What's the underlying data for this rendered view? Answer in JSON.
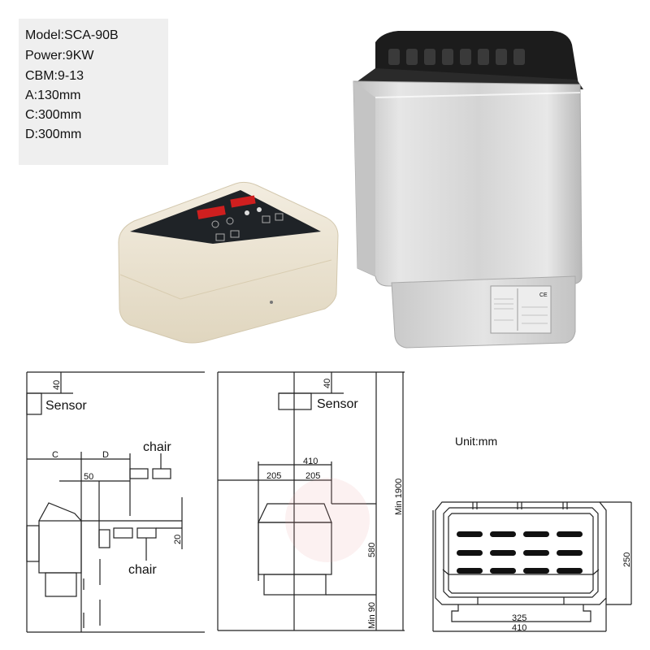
{
  "specs": {
    "model": "Model:SCA-90B",
    "power": "Power:9KW",
    "cbm": "CBM:9-13",
    "a": " A:130mm",
    "c": " C:300mm",
    "d": " D:300mm"
  },
  "products": {
    "controller": {
      "name": "control-panel",
      "body_color": "#eee6d2",
      "panel_color": "#1e2226",
      "display_color": "#d42020"
    },
    "heater": {
      "name": "sauna-heater",
      "body_color": "#d8d8d8",
      "top_color": "#1a1a1a",
      "label": "CE"
    }
  },
  "side_view": {
    "sensor_label": "Sensor",
    "sensor_clearance": "40",
    "dim_c": "C",
    "dim_d": "D",
    "dim_50": "50",
    "chair_label_top": "chair",
    "chair_label_bottom": "chair",
    "dim_20": "20"
  },
  "front_view": {
    "sensor_label": "Sensor",
    "sensor_clearance": "40",
    "width_total": "410",
    "half_left": "205",
    "half_right": "205",
    "height_heater": "580",
    "floor_clearance": "Min 90",
    "room_height": "Min 1900"
  },
  "top_view": {
    "unit": "Unit:mm",
    "depth": "250",
    "inner_width": "325",
    "outer_width": "410"
  }
}
